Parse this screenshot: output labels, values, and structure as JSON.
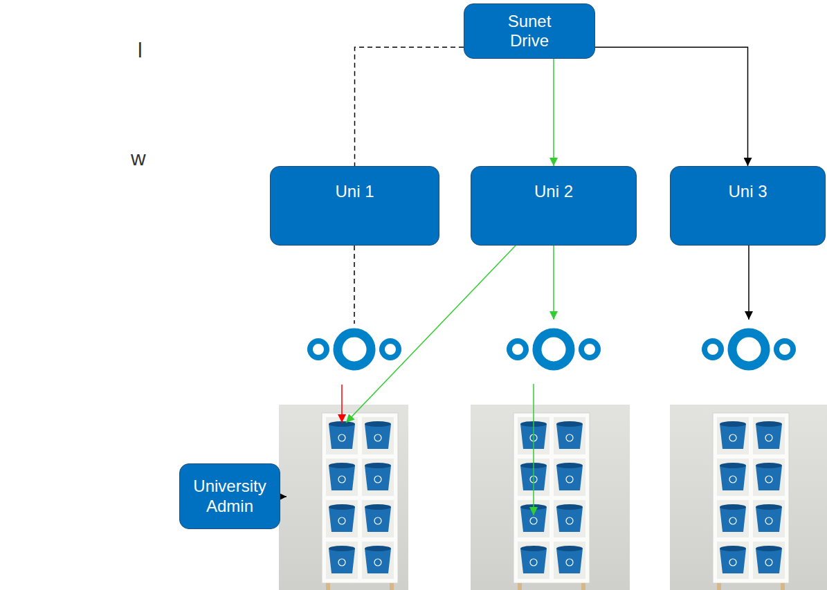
{
  "diagram": {
    "nodes": [
      {
        "text": [
          "Sunet Drive"
        ]
      },
      {
        "text": [
          "Uni 1"
        ]
      },
      {
        "text": [
          "Uni 2"
        ]
      },
      {
        "text": [
          "Uni 3"
        ]
      },
      {
        "text": [
          "University Admin"
        ]
      }
    ],
    "edges": [
      {
        "from": 0,
        "to": 1,
        "arrow": "none"
      },
      {
        "from": 0,
        "to": 2,
        "arrow": "to"
      },
      {
        "from": 0,
        "to": 3,
        "arrow": "to"
      }
    ],
    "labels": [
      "l",
      "w"
    ]
  }
}
